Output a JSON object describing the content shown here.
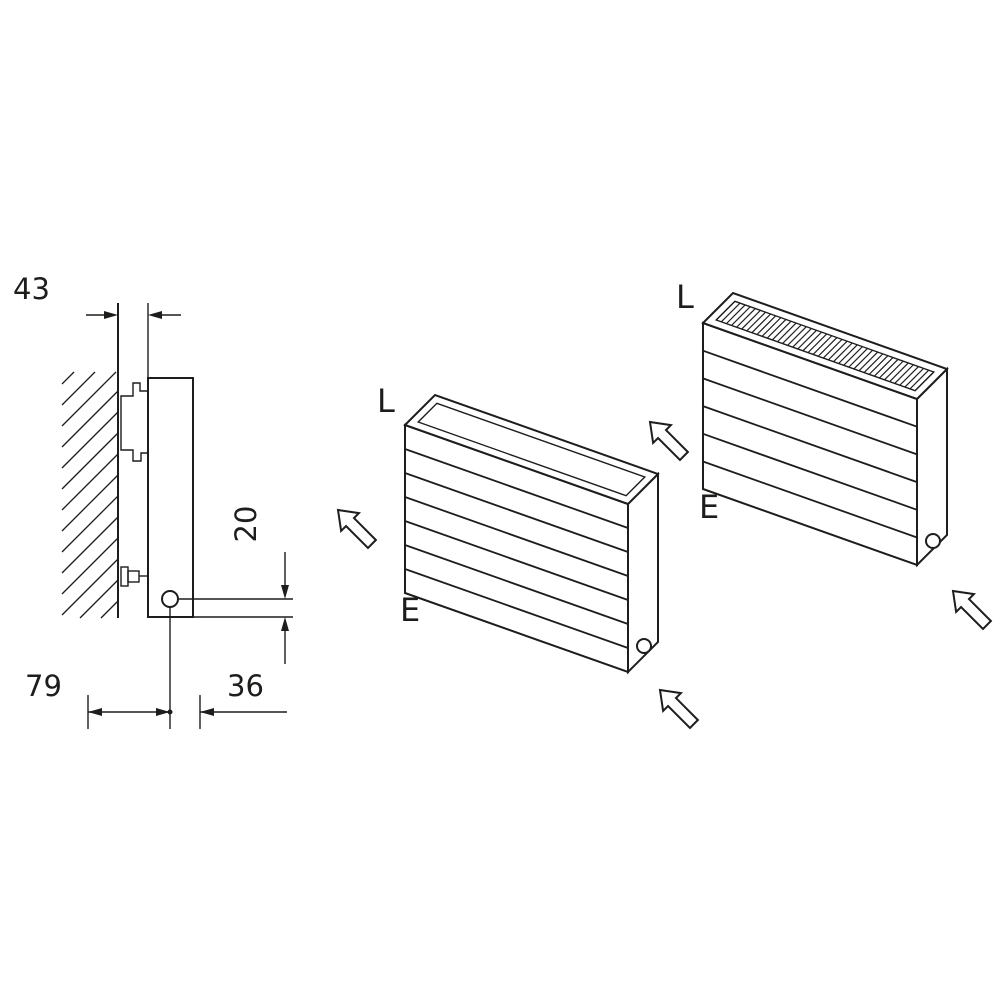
{
  "canvas": {
    "background": "#ffffff",
    "ink": "#1d1d1b"
  },
  "side_view": {
    "dims": {
      "bracket_depth": "43",
      "pipe_center_to_bottom": "20",
      "wall_to_pipe_center": "79",
      "pipe_center_to_front": "36"
    }
  },
  "radiators": {
    "middle": {
      "label_l": "L",
      "label_e": "E"
    },
    "right": {
      "label_l": "L",
      "label_e": "E"
    }
  },
  "icons": {
    "flow_arrow": "outline-arrow-pointing-up-left",
    "pipe_connection": "circle-port",
    "wall_hatch": "diagonal-hatch-lines",
    "top_grille": "ribbed-grille-lines"
  }
}
